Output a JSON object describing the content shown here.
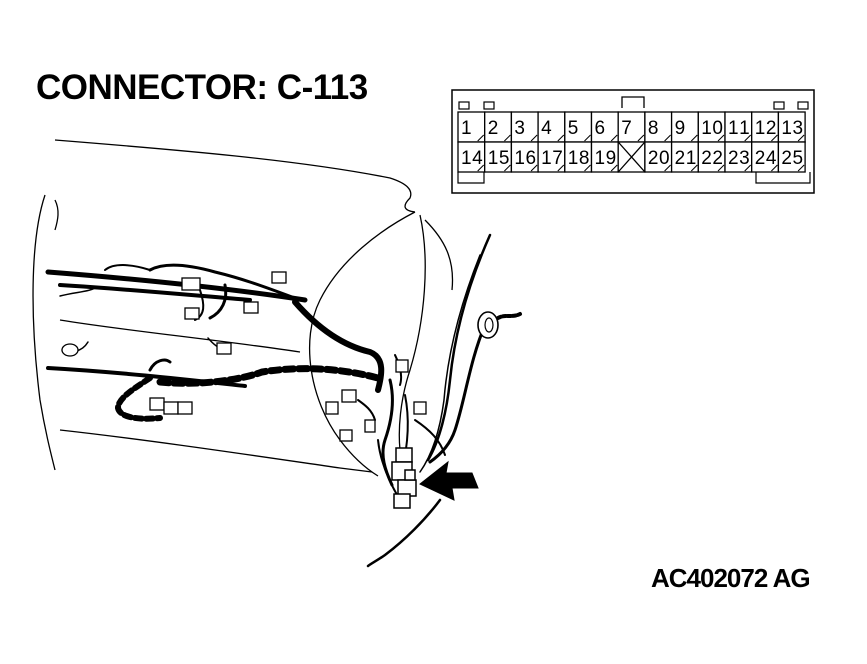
{
  "header": {
    "title": "CONNECTOR: C-113"
  },
  "connector": {
    "top_row": [
      "1",
      "2",
      "3",
      "4",
      "5",
      "6",
      "7",
      "8",
      "9",
      "10",
      "11",
      "12",
      "13"
    ],
    "bottom_row": [
      "14",
      "15",
      "16",
      "17",
      "18",
      "19",
      "",
      "20",
      "21",
      "22",
      "23",
      "24",
      "25"
    ],
    "empty_cavity_index": 6
  },
  "footer": {
    "figure_id": "AC402072 AG"
  }
}
